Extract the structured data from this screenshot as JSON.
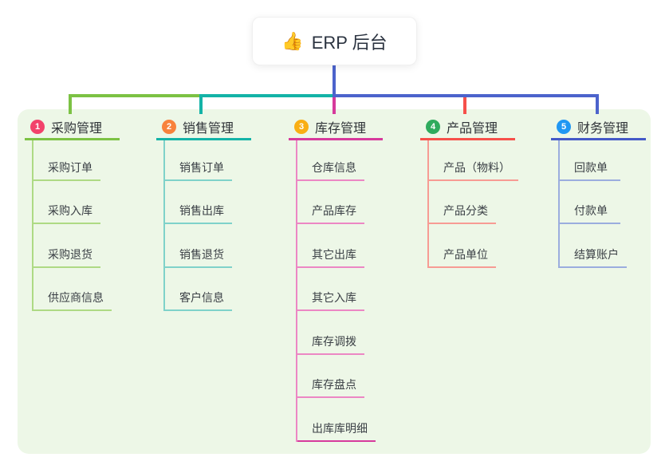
{
  "root": {
    "emoji": "👍",
    "icon": "thumbs-up-icon",
    "title": "ERP 后台"
  },
  "colors": {
    "page_bg": "#ffffff",
    "panel_bg": "#edf7e7",
    "stem": "#4c63cc",
    "text_dark": "#2f3338",
    "text_child": "#3b4046"
  },
  "branches": [
    {
      "number": "1",
      "label": "采购管理",
      "badge_color": "#f2426b",
      "line_color": "#7cc244",
      "light_color": "#aeda84",
      "children": [
        "采购订单",
        "采购入库",
        "采购退货",
        "供应商信息"
      ]
    },
    {
      "number": "2",
      "label": "销售管理",
      "badge_color": "#f8823c",
      "line_color": "#14b3a7",
      "light_color": "#7fd2ca",
      "children": [
        "销售订单",
        "销售出库",
        "销售退货",
        "客户信息"
      ]
    },
    {
      "number": "3",
      "label": "库存管理",
      "badge_color": "#f9ae13",
      "line_color": "#d63a9c",
      "light_color": "#ec87c4",
      "children": [
        "仓库信息",
        "产品库存",
        "其它出库",
        "其它入库",
        "库存调拨",
        "库存盘点",
        "出库库明细"
      ]
    },
    {
      "number": "4",
      "label": "产品管理",
      "badge_color": "#2fab5e",
      "line_color": "#f6504a",
      "light_color": "#f79b94",
      "children": [
        "产品（物料）",
        "产品分类",
        "产品单位"
      ]
    },
    {
      "number": "5",
      "label": "财务管理",
      "badge_color": "#2097f3",
      "line_color": "#4459c7",
      "light_color": "#9badde",
      "children": [
        "回款单",
        "付款单",
        "结算账户"
      ]
    }
  ]
}
